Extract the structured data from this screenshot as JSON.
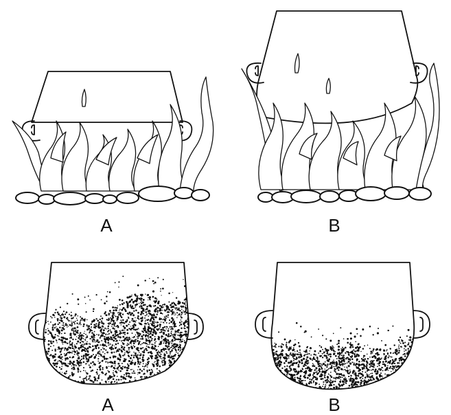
{
  "panels": [
    {
      "label": "A"
    },
    {
      "label": "B"
    },
    {
      "label": "A"
    },
    {
      "label": "B"
    }
  ],
  "colors": {
    "ink": "#111111",
    "paper": "#ffffff"
  }
}
